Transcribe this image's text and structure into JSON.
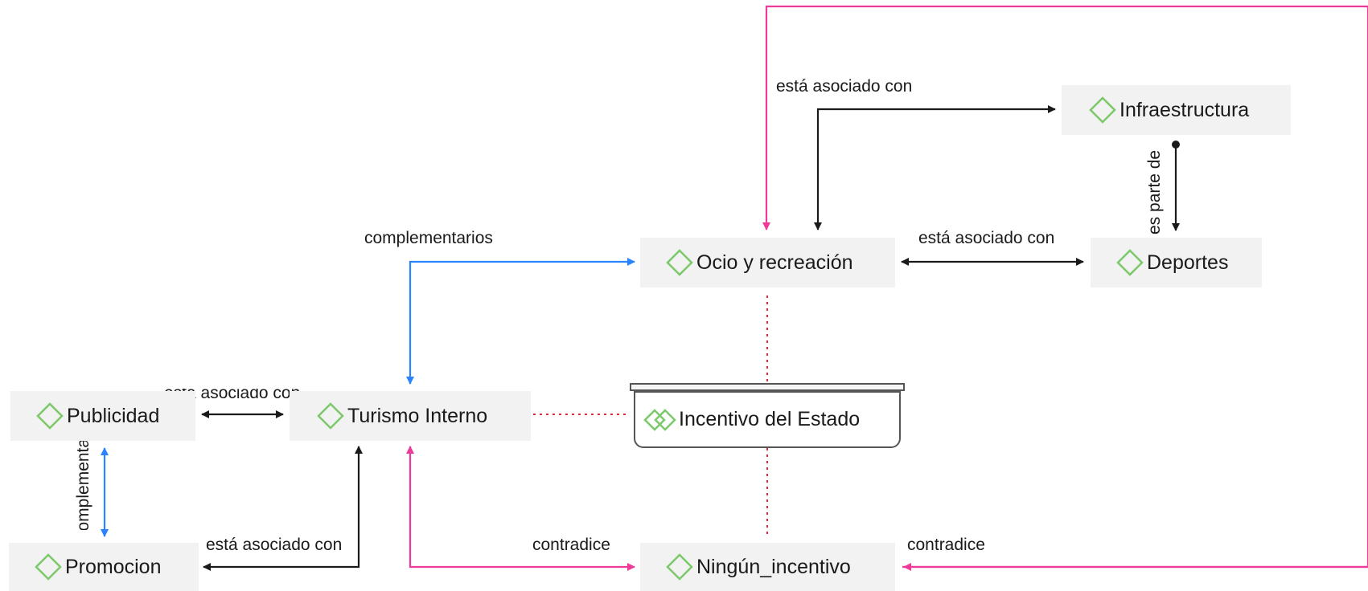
{
  "nodes": {
    "infraestructura": "Infraestructura",
    "ocio": "Ocio y recreación",
    "deportes": "Deportes",
    "publicidad": "Publicidad",
    "turismo": "Turismo Interno",
    "incentivo": "Incentivo del Estado",
    "promocion": "Promocion",
    "ningun": "Ningún_incentivo"
  },
  "links": {
    "asociado_ocio_infra": "está asociado con",
    "asociado_ocio_deportes": "está asociado con",
    "parte_de": "es parte de",
    "complementarios_turismo_ocio": "complementarios",
    "asociado_publicidad_turismo": "está asociado con",
    "complementarios_pub_promo": "complementarios",
    "asociado_promo_turismo": "está asociado con",
    "contradice_turismo_ningun": "contradice",
    "contradice_ningun_ocio": "contradice"
  },
  "colors": {
    "associated": "#1a1a1a",
    "complementary": "#2a84ff",
    "contradicts": "#ee3a99",
    "group_dotted": "#e8283a",
    "diamond": "#7cc86a"
  },
  "icons": {
    "node": "diamond-icon",
    "group": "double-diamond-icon"
  }
}
